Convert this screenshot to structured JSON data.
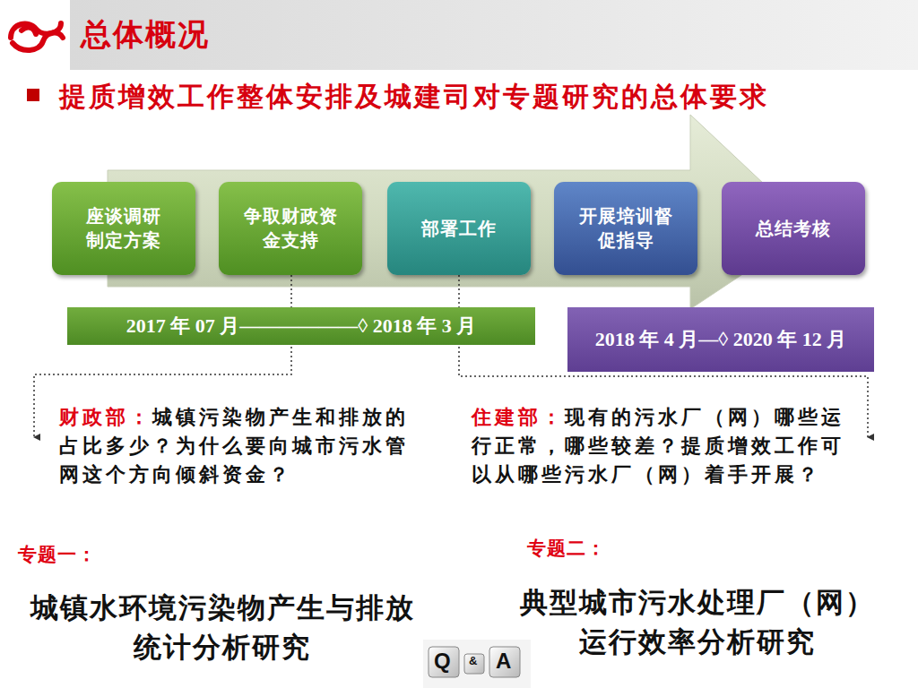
{
  "diagram": {
    "title": "总体概况",
    "nodes": [
      {
        "text": [
          "座谈调研 制定方案"
        ]
      },
      {
        "text": [
          "争取财政资金支持"
        ]
      },
      {
        "text": [
          "部署工作"
        ]
      },
      {
        "text": [
          "开展培训督促指导"
        ]
      },
      {
        "text": [
          "总结考核"
        ]
      },
      {
        "text": [
          "2017 年 07 月——————◊ 2018 年 3 月"
        ]
      },
      {
        "text": [
          "2018 年 4 月—◊ 2020 年 12 月"
        ]
      }
    ],
    "labels": [
      "提质增效工作整体安排及城建司对专题研究的总体要求",
      "财政部：",
      "城镇污染物产生和排放的占比多少？为什么要向城市污水管网这个方向倾斜资金？",
      "住建部：",
      "现有的污水厂（网）哪些运行正常，哪些较差？提质增效工作可以从哪些污水厂（网）着手开展？",
      "专题一：",
      "城镇水环境污染物产生与排放统计分析研究",
      "专题二：",
      "典型城市污水处理厂（网）运行效率分析研究",
      "Q",
      "&",
      "A"
    ]
  }
}
